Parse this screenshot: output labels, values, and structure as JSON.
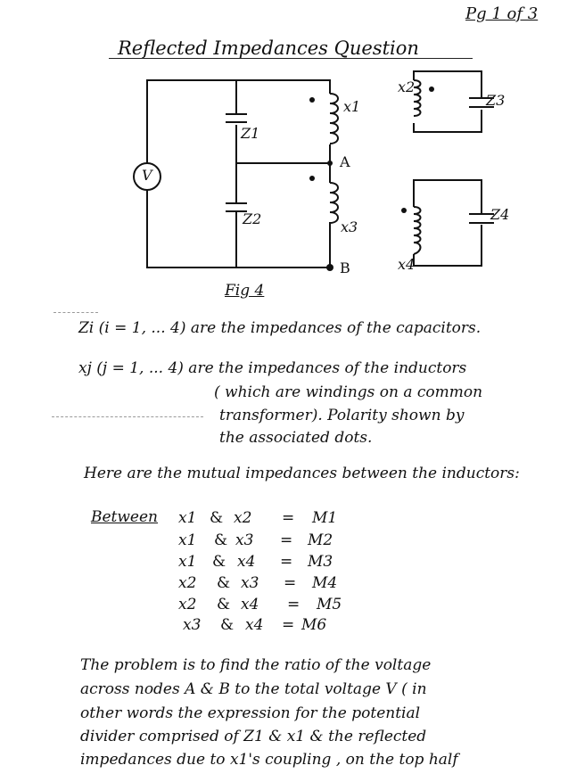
{
  "page_number": "Pg 1 of 3",
  "title": "Reflected Impedances Question",
  "figure_caption": "Fig 4",
  "circuit": {
    "source": "V",
    "capacitor_top": "Z1",
    "capacitor_bottom": "Z2",
    "inductor_top": "x1",
    "inductor_bottom": "x3",
    "node_a": "A",
    "node_b": "B",
    "loop2_inductor": "x2",
    "loop2_capacitor": "Z3",
    "loop3_inductor": "x4",
    "loop3_capacitor": "Z4"
  },
  "definitions": {
    "z_line": "Zi (i = 1, ... 4) are the impedances of the capacitors.",
    "x_line1": "xj (j = 1, ... 4) are the impedances of the inductors",
    "x_line2": "( which are windings on a common",
    "x_line3": "transformer). Polarity shown by",
    "x_line4": "the associated dots."
  },
  "mutual_intro": "Here are the mutual impedances between the inductors:",
  "mutual_label": "Between",
  "mutual": [
    {
      "a": "x1",
      "b": "x2",
      "m": "M1"
    },
    {
      "a": "x1",
      "b": "x3",
      "m": "M2"
    },
    {
      "a": "x1",
      "b": "x4",
      "m": "M3"
    },
    {
      "a": "x2",
      "b": "x3",
      "m": "M4"
    },
    {
      "a": "x2",
      "b": "x4",
      "m": "M5"
    },
    {
      "a": "x3",
      "b": "x4",
      "m": "M6"
    }
  ],
  "problem": {
    "line1": "The problem is to find the ratio of the voltage",
    "line2": "across nodes A & B to the total voltage V ( in",
    "line3": "other words the expression for the potential",
    "line4": "divider comprised of Z1 & x1 & the reflected",
    "line5": "impedances due to x1's coupling , on the top half"
  }
}
